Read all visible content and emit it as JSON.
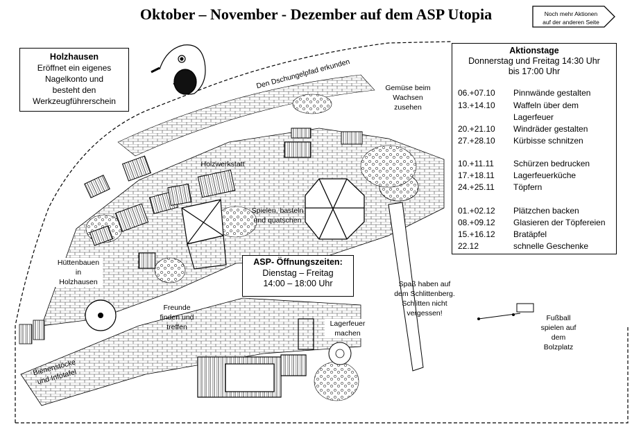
{
  "title": "Oktober – November - Dezember auf dem ASP Utopia",
  "more_actions": {
    "line1": "Noch mehr Aktionen",
    "line2": "auf der anderen Seite"
  },
  "holzhausen": {
    "heading": "Holzhausen",
    "lines": [
      "Eröffnet ein eigenes",
      "Nagelkonto und",
      "besteht den",
      "Werkzeugführerschein"
    ]
  },
  "aktionstage": {
    "heading": "Aktionstage",
    "subtitle1": "Donnerstag und Freitag 14:30 Uhr",
    "subtitle2": "bis 17:00 Uhr",
    "rows": [
      {
        "date": "06.+07.10",
        "activity": "Pinnwände gestalten"
      },
      {
        "date": "13.+14.10",
        "activity": "Waffeln über dem"
      },
      {
        "date": "",
        "activity": "Lagerfeuer"
      },
      {
        "date": "20.+21.10",
        "activity": "Windräder gestalten"
      },
      {
        "date": "27.+28.10",
        "activity": "Kürbisse schnitzen"
      },
      {
        "date": "10.+11.11",
        "activity": "Schürzen bedrucken"
      },
      {
        "date": "17.+18.11",
        "activity": "Lagerfeuerküche"
      },
      {
        "date": "24.+25.11",
        "activity": "Töpfern"
      },
      {
        "date": "01.+02.12",
        "activity": "Plätzchen backen"
      },
      {
        "date": "08.+09.12",
        "activity": "Glasieren der Töpfereien"
      },
      {
        "date": "15.+16.12",
        "activity": "Bratäpfel"
      },
      {
        "date": "22.12",
        "activity": "schnelle Geschenke"
      }
    ]
  },
  "oeffnungszeiten": {
    "heading": "ASP- Öffnungszeiten:",
    "days": "Dienstag – Freitag",
    "hours": "14:00 – 18:00 Uhr"
  },
  "labels": {
    "dschungelpfad": "Den Dschungelpfad erkunden",
    "gemuese": [
      "Gemüse beim",
      "Wachsen",
      "zusehen"
    ],
    "holzwerkstatt": "Holzwerkstatt",
    "spielen": [
      "Spielen, basteln",
      "und quatschen"
    ],
    "huettenbauen": [
      "Hüttenbauen",
      "in",
      "Holzhausen"
    ],
    "freunde": [
      "Freunde",
      "finden und",
      "treffen"
    ],
    "lagerfeuer": [
      "Lagerfeuer",
      "machen"
    ],
    "schlittenberg": [
      "Spaß haben auf",
      "dem Schlittenberg.",
      "Schlitten nicht",
      "vergessen!"
    ],
    "fussball": [
      "Fußball",
      "spielen auf",
      "dem",
      "Bolzplatz"
    ],
    "bienen": [
      "Bienenstöcke",
      "und Infotafel"
    ]
  }
}
